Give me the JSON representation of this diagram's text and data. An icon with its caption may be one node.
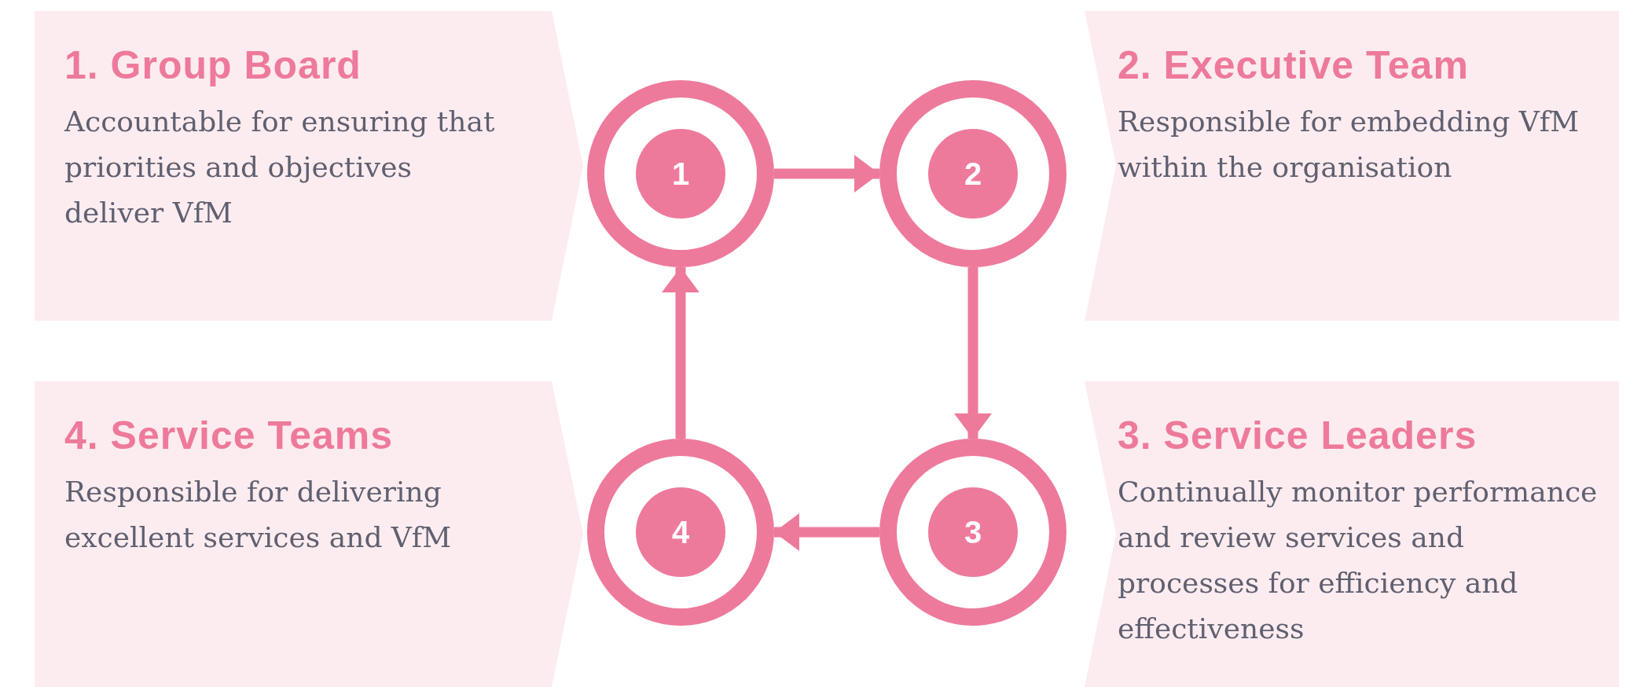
{
  "diagram": {
    "nodes": [
      {
        "text": [
          "1. Group Board",
          "Accountable for ensuring that priorities and objectives deliver VfM"
        ]
      },
      {
        "text": [
          "1"
        ]
      },
      {
        "text": [
          "2"
        ]
      },
      {
        "text": [
          "2. Executive Team",
          "Responsible for embedding VfM within the organisation"
        ]
      },
      {
        "text": [
          "4. Service Teams",
          "Responsible for delivering excellent services and VfM"
        ]
      },
      {
        "text": [
          "4"
        ]
      },
      {
        "text": [
          "3"
        ]
      },
      {
        "text": [
          "3. Service Leaders",
          "Continually monitor performance and review services and processes for efficiency and effectiveness"
        ]
      }
    ],
    "edges": [
      {
        "from": 1,
        "to": 2,
        "arrow": "to"
      },
      {
        "from": 2,
        "to": 6,
        "arrow": "to"
      },
      {
        "from": 6,
        "to": 5,
        "arrow": "to"
      },
      {
        "from": 5,
        "to": 1,
        "arrow": "to"
      }
    ]
  }
}
